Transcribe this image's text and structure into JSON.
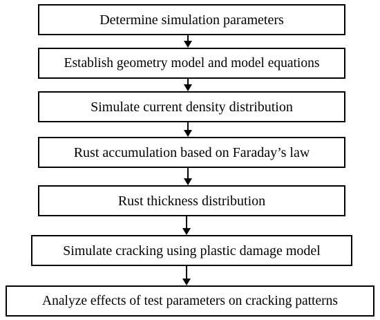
{
  "steps": [
    "Determine simulation parameters",
    "Establish geometry model and model equations",
    "Simulate current density distribution",
    "Rust accumulation based on Faraday’s law",
    "Rust thickness distribution",
    "Simulate cracking using plastic damage model",
    "Analyze effects of test parameters on cracking patterns"
  ],
  "colors": {
    "stroke": "#000000",
    "background": "#ffffff"
  }
}
